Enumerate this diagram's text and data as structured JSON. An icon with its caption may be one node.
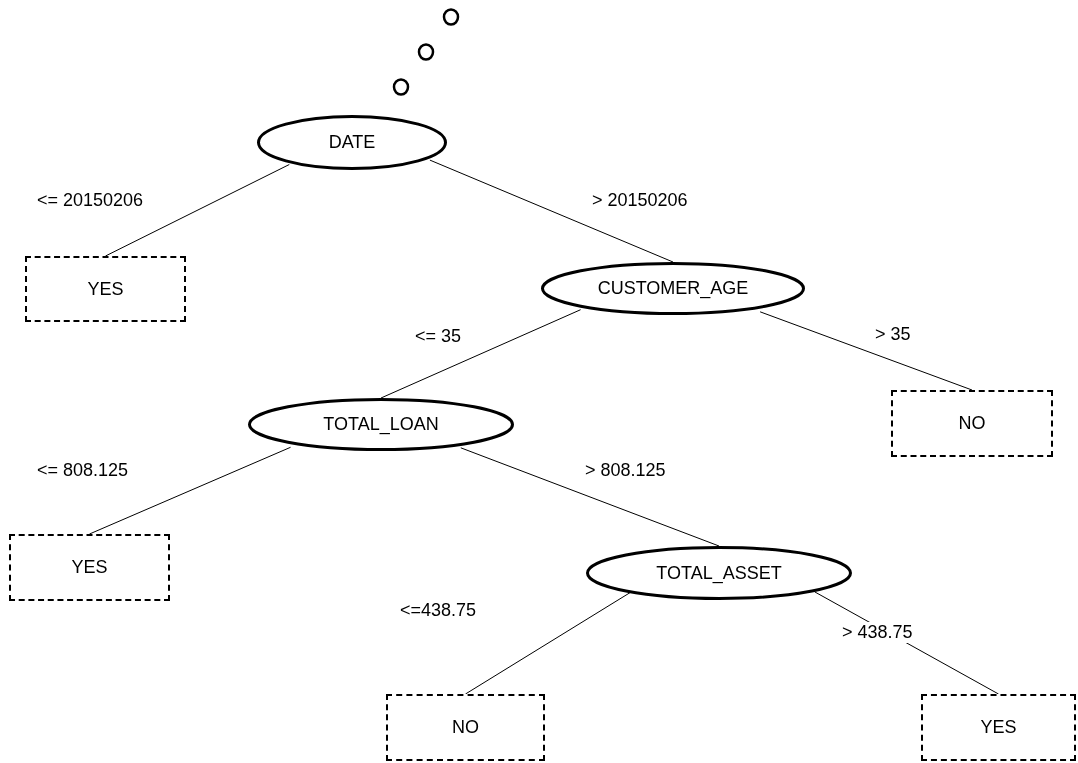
{
  "diagram": {
    "nodes": [
      {
        "text": [
          "DATE"
        ]
      },
      {
        "text": [
          "YES"
        ]
      },
      {
        "text": [
          "CUSTOMER_AGE"
        ]
      },
      {
        "text": [
          "TOTAL_LOAN"
        ]
      },
      {
        "text": [
          "NO"
        ]
      },
      {
        "text": [
          "YES"
        ]
      },
      {
        "text": [
          "TOTAL_ASSET"
        ]
      },
      {
        "text": [
          "NO"
        ]
      },
      {
        "text": [
          "YES"
        ]
      }
    ],
    "edges": [
      {
        "from": 0,
        "to": 1,
        "arrow": "none",
        "label": "<= 20150206"
      },
      {
        "from": 0,
        "to": 2,
        "arrow": "none",
        "label": "> 20150206"
      },
      {
        "from": 2,
        "to": 3,
        "arrow": "none",
        "label": "<= 35"
      },
      {
        "from": 2,
        "to": 4,
        "arrow": "none",
        "label": "> 35"
      },
      {
        "from": 3,
        "to": 5,
        "arrow": "none",
        "label": "<= 808.125"
      },
      {
        "from": 3,
        "to": 6,
        "arrow": "none",
        "label": "> 808.125"
      },
      {
        "from": 6,
        "to": 7,
        "arrow": "none",
        "label": "<=438.75"
      },
      {
        "from": 6,
        "to": 8,
        "arrow": "none",
        "label": "> 438.75"
      }
    ]
  }
}
